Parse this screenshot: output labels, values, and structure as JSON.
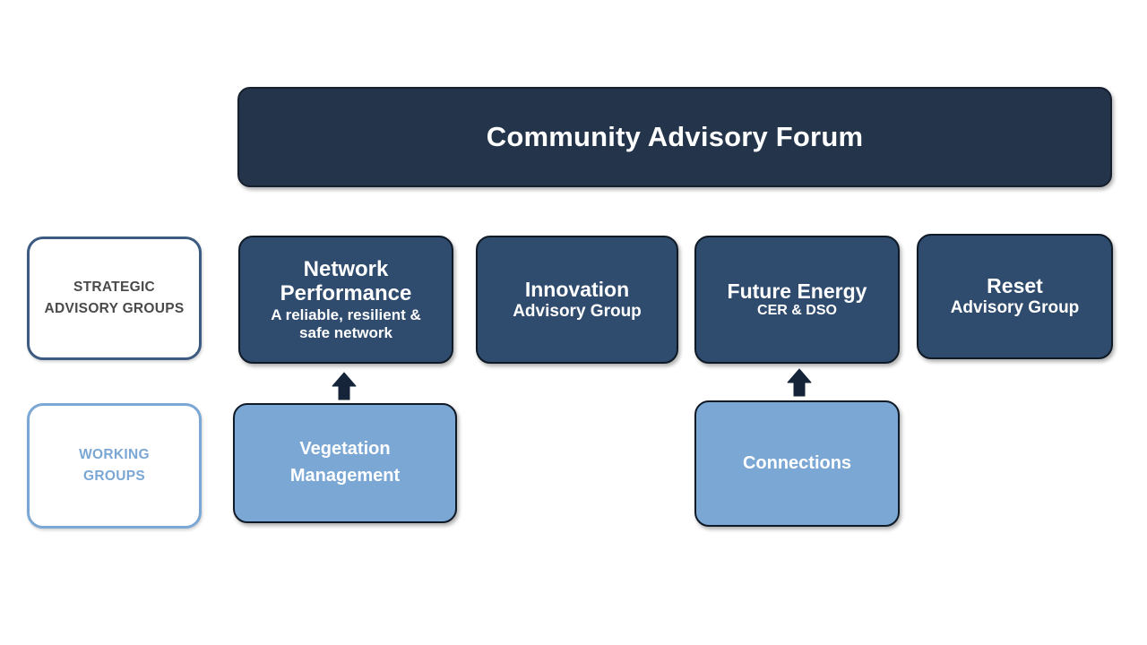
{
  "diagram": {
    "title": "Community Advisory Forum",
    "banner": {
      "label": "Community Advisory Forum"
    },
    "categories": [
      {
        "id": "strategic-advisory-groups",
        "line1": "STRATEGIC",
        "line2": "ADVISORY GROUPS"
      },
      {
        "id": "working-groups",
        "line1": "WORKING",
        "line2": "GROUPS"
      }
    ],
    "strategic_groups": [
      {
        "id": "network-performance",
        "title_line1": "Network",
        "title_line2": "Performance",
        "sub_line1": "A reliable, resilient &",
        "sub_line2": "safe network"
      },
      {
        "id": "innovation",
        "title_line1": "Innovation",
        "title_line2": "",
        "sub_line1": "Advisory Group",
        "sub_line2": ""
      },
      {
        "id": "future-energy",
        "title_line1": "Future Energy",
        "title_line2": "",
        "sub_line1": "CER & DSO",
        "sub_line2": ""
      },
      {
        "id": "reset",
        "title_line1": "Reset",
        "title_line2": "",
        "sub_line1": "Advisory Group",
        "sub_line2": ""
      }
    ],
    "working_groups": [
      {
        "id": "vegetation-management",
        "line1": "Vegetation",
        "line2": "Management"
      },
      {
        "id": "connections",
        "line1": "Connections",
        "line2": ""
      }
    ],
    "connectors": [
      {
        "id": "vegetation-to-network-performance",
        "direction": "up"
      },
      {
        "id": "connections-to-future-energy",
        "direction": "up"
      }
    ],
    "colors": {
      "banner_fill": "#24344a",
      "strategic_card_fill": "#2f4b6d",
      "working_card_fill": "#7ba7d4",
      "strategic_border": "#3d5a80",
      "working_border": "#7ba7d4",
      "card_outline": "#101a26",
      "text_light": "#ffffff",
      "text_dark": "#4a4a4a",
      "background": "#ffffff"
    }
  }
}
